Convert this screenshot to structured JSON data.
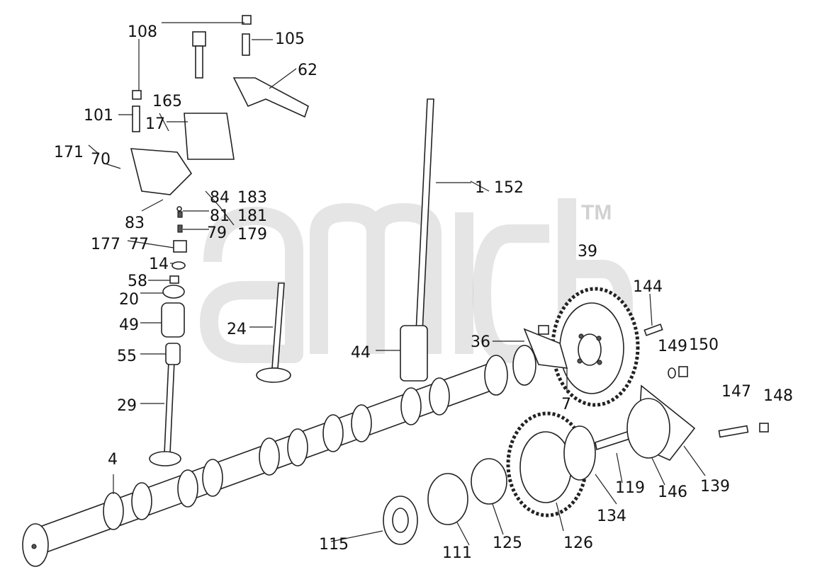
{
  "watermark": {
    "trademark": "TM"
  },
  "labels": {
    "l108": "108",
    "l105": "105",
    "l62": "62",
    "l165": "165",
    "l101": "101",
    "l17": "17",
    "l171": "171",
    "l70": "70",
    "l1": "1",
    "l152": "152",
    "l84": "84",
    "l183": "183",
    "l81": "81",
    "l181": "181",
    "l83": "83",
    "l79": "79",
    "l179": "179",
    "l177": "177",
    "l77": "77",
    "l14": "14",
    "l58": "58",
    "l20": "20",
    "l49": "49",
    "l24": "24",
    "l44": "44",
    "l39": "39",
    "l144": "144",
    "l36": "36",
    "l149": "149",
    "l150": "150",
    "l55": "55",
    "l7": "7",
    "l29": "29",
    "l147": "147",
    "l148": "148",
    "l4": "4",
    "l119": "119",
    "l146": "146",
    "l139": "139",
    "l134": "134",
    "l115": "115",
    "l111": "111",
    "l125": "125",
    "l126": "126"
  },
  "colors": {
    "line": "#222222",
    "watermark": "#b4b4b4",
    "background": "#ffffff"
  }
}
